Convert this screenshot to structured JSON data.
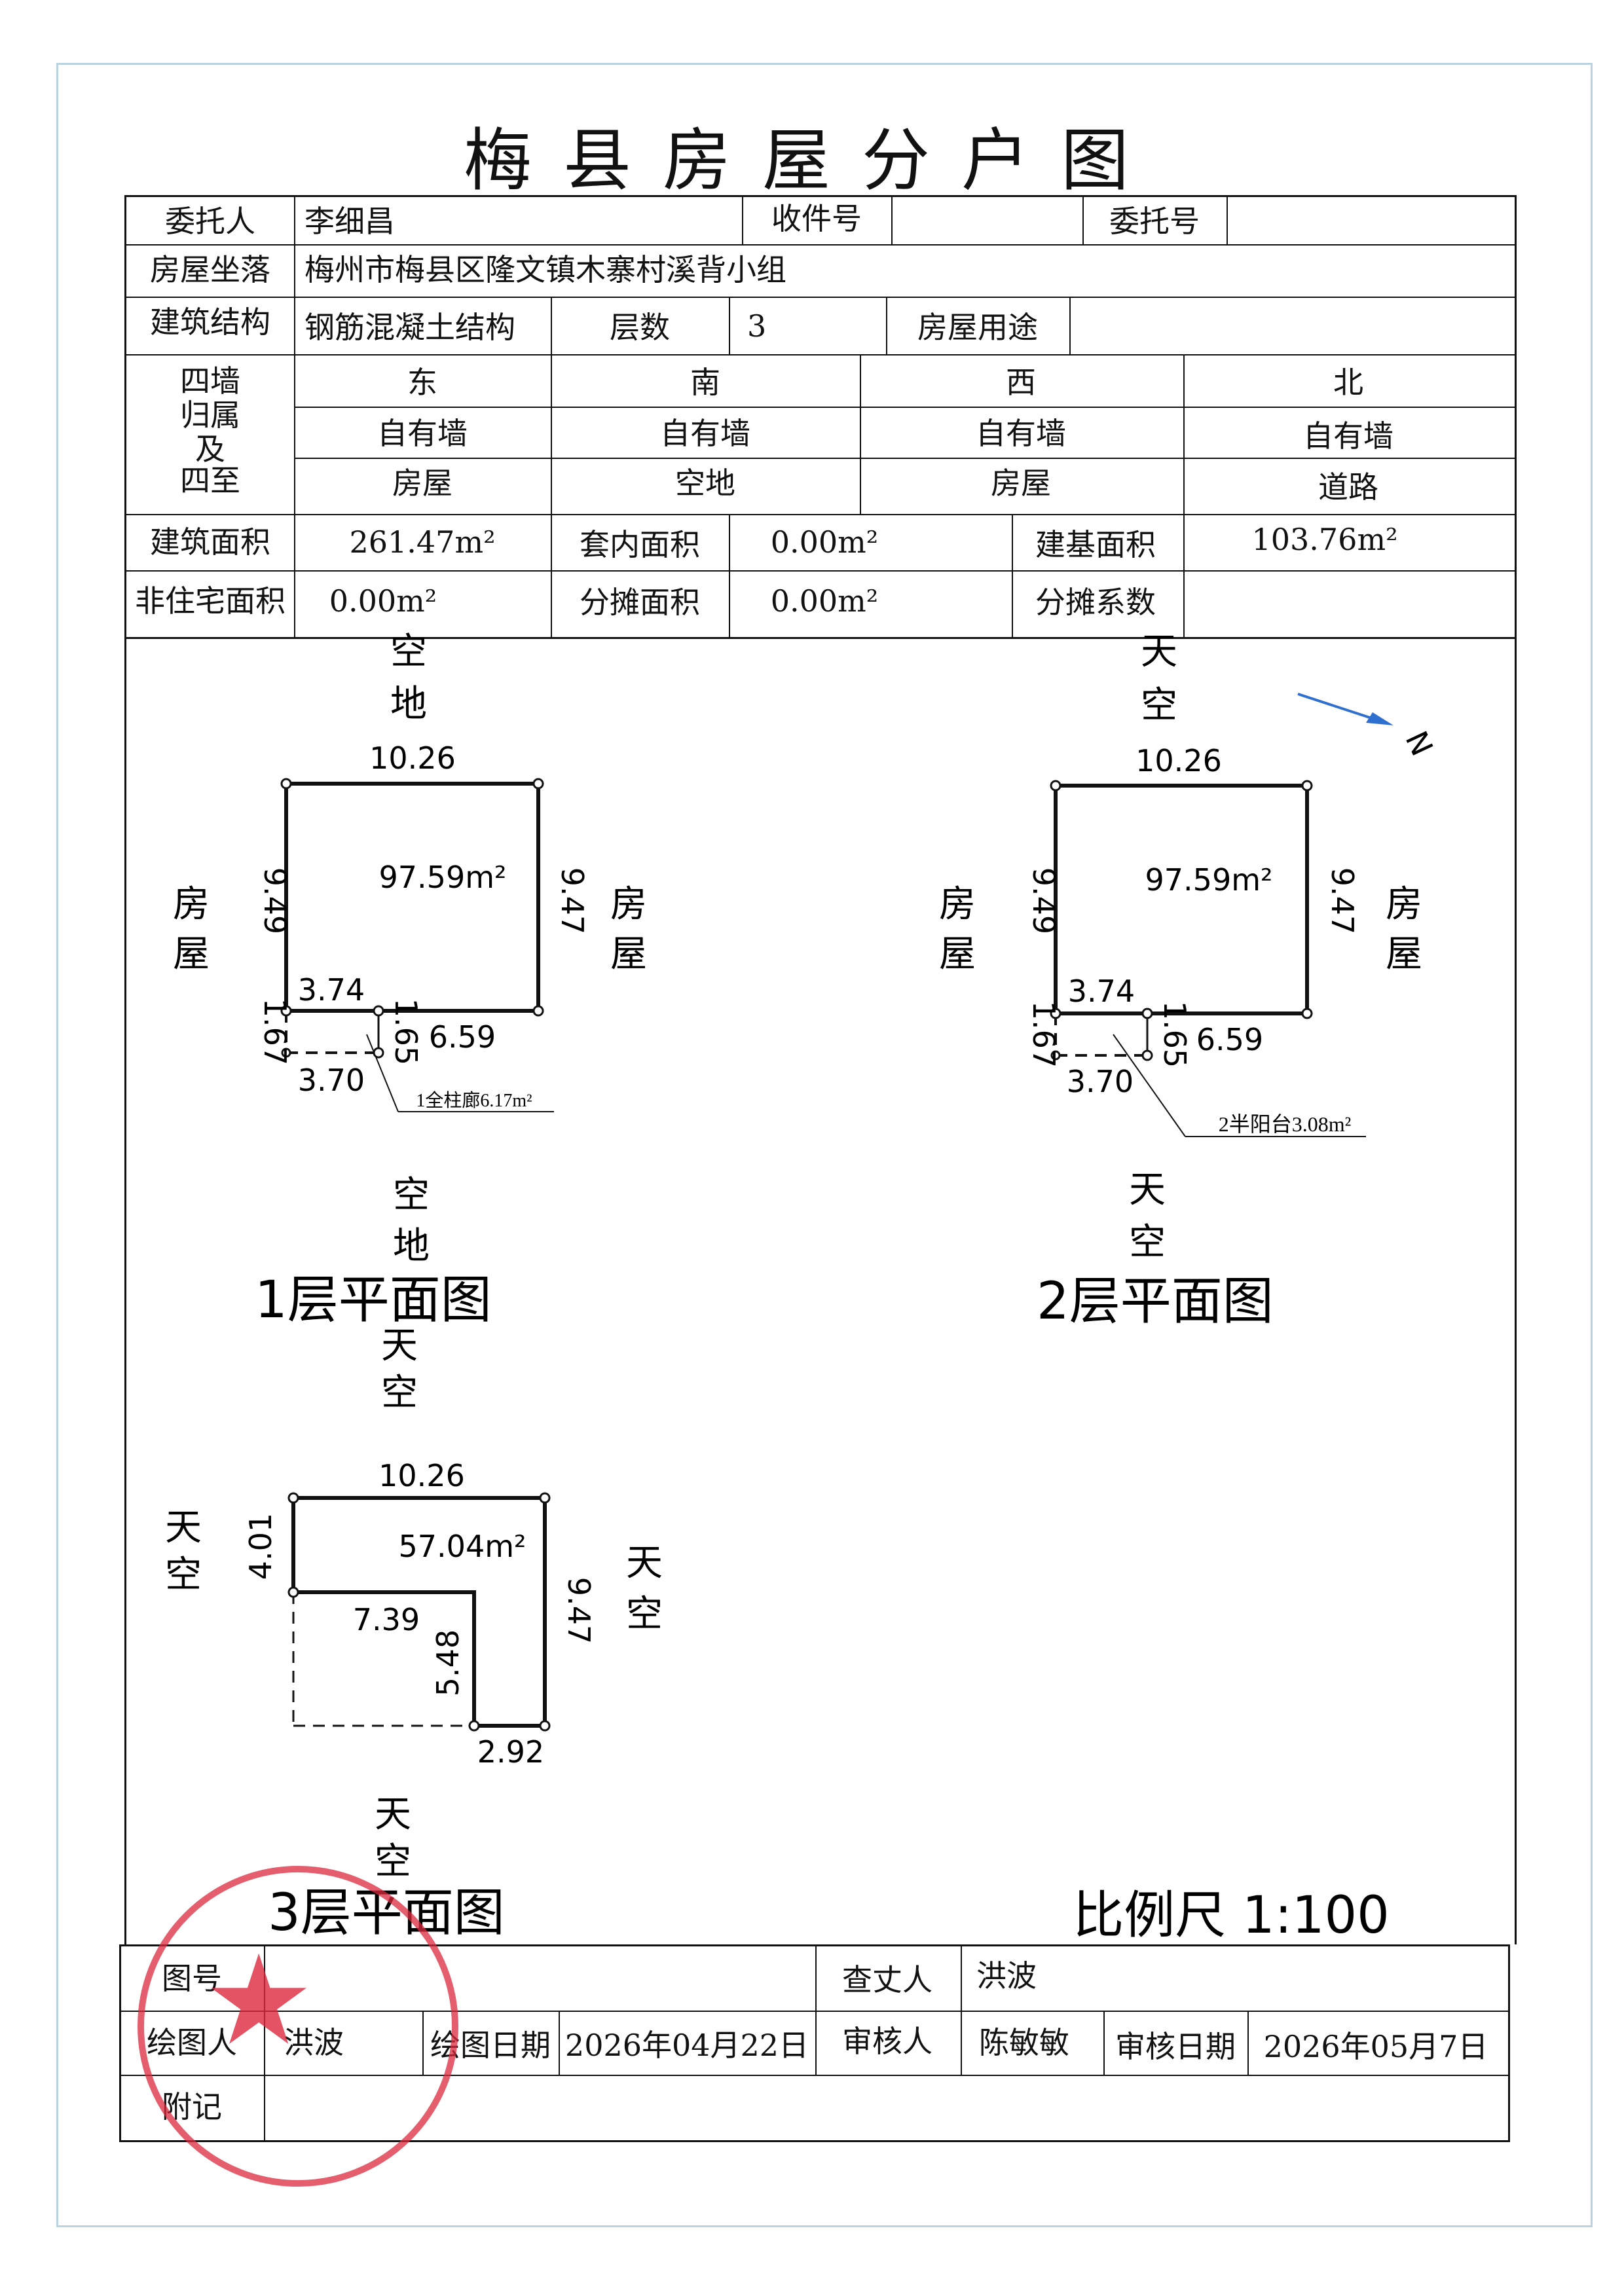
{
  "title": "梅县房屋分户图",
  "header": {
    "client_label": "委托人",
    "client": "李细昌",
    "receipt_label": "收件号",
    "receipt": "",
    "commission_label": "委托号",
    "commission": "",
    "location_label": "房屋坐落",
    "location": "梅州市梅县区隆文镇木寨村溪背小组",
    "structure_label": "建筑结构",
    "structure": "钢筋混凝土结构",
    "floors_label": "层数",
    "floors": "3",
    "usage_label": "房屋用途",
    "usage": "",
    "walls_label_1": "四墙",
    "walls_label_2": "归属",
    "walls_label_3": "及",
    "walls_label_4": "四至",
    "dir_east": "东",
    "dir_south": "南",
    "dir_west": "西",
    "dir_north": "北",
    "own_east": "自有墙",
    "own_south": "自有墙",
    "own_west": "自有墙",
    "own_north": "自有墙",
    "adj_east": "房屋",
    "adj_south": "空地",
    "adj_west": "房屋",
    "adj_north": "道路",
    "building_area_label": "建筑面积",
    "building_area": "261.47m²",
    "inner_area_label": "套内面积",
    "inner_area": "0.00m²",
    "base_area_label": "建基面积",
    "base_area": "103.76m²",
    "nonres_label": "非住宅面积",
    "nonres": "0.00m²",
    "shared_area_label": "分摊面积",
    "shared_area": "0.00m²",
    "shared_coef_label": "分摊系数",
    "shared_coef": ""
  },
  "floor1": {
    "top": "空地",
    "left": "房屋",
    "right": "房屋",
    "bottom": "空地",
    "w": "10.26",
    "hl": "9.49",
    "hr": "9.47",
    "area": "97.59m²",
    "a": "3.74",
    "b": "1.65",
    "c": "6.59",
    "d": "1.67",
    "e": "3.70",
    "note": "1全柱廊6.17m²",
    "name": "1层平面图"
  },
  "floor2": {
    "top": "天空",
    "left": "房屋",
    "right": "房屋",
    "bottom": "天空",
    "w": "10.26",
    "hl": "9.49",
    "hr": "9.47",
    "area": "97.59m²",
    "a": "3.74",
    "b": "1.65",
    "c": "6.59",
    "d": "1.67",
    "e": "3.70",
    "note": "2半阳台3.08m²",
    "name": "2层平面图",
    "north": "N"
  },
  "floor3": {
    "top": "天空",
    "left": "天空",
    "right": "天空",
    "bottom": "天空",
    "w": "10.26",
    "h1": "4.01",
    "h2": "9.47",
    "area": "57.04m²",
    "a": "7.39",
    "b": "5.48",
    "c": "2.92",
    "name": "3层平面图"
  },
  "scale": "比例尺  1:100",
  "footer": {
    "drawing_no_label": "图号",
    "drawing_no": "",
    "inspector_label": "查丈人",
    "inspector": "洪波",
    "drawer_label": "绘图人",
    "drawer": "洪波",
    "draw_date_label": "绘图日期",
    "draw_date": "2026年04月22日",
    "reviewer_label": "审核人",
    "reviewer": "陈敏敏",
    "review_date_label": "审核日期",
    "review_date": "2026年05月7日",
    "note_label": "附记",
    "note": ""
  },
  "colors": {
    "stamp": "#dc283c",
    "north_arrow": "#2e6fcf"
  }
}
